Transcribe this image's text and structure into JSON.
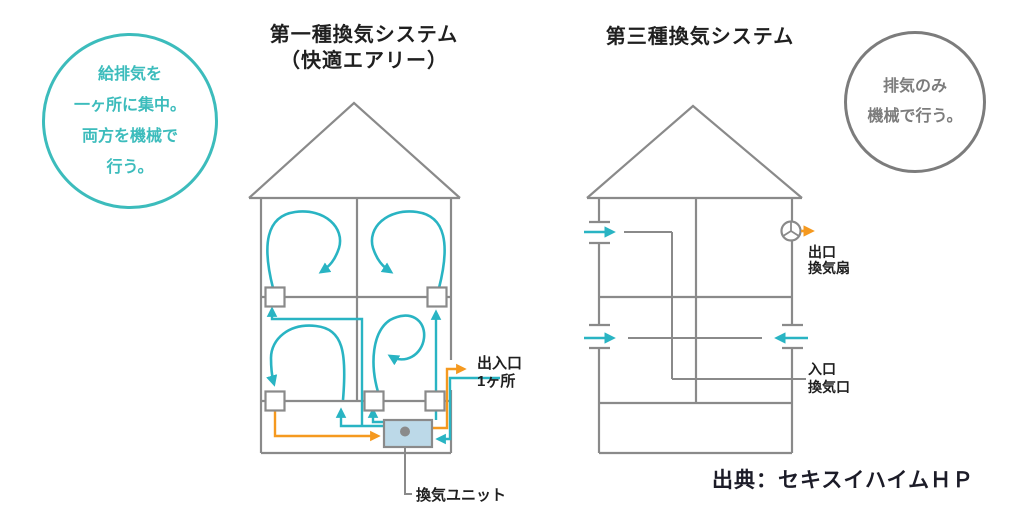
{
  "badge_left": {
    "lines": [
      "給排気を",
      "一ヶ所に集中。",
      "両方を機械で",
      "行う。"
    ]
  },
  "system1": {
    "title": "第一種換気システム",
    "subtitle": "（快適エアリー）",
    "labels": {
      "inout": "出入口",
      "one_place": "1ヶ所",
      "unit": "換気ユニット"
    }
  },
  "system3": {
    "title": "第三種換気システム",
    "labels": {
      "outlet": "出口",
      "fan": "換気扇",
      "inlet": "入口",
      "vent": "換気口"
    }
  },
  "badge_right": {
    "lines": [
      "排気のみ",
      "機械で行う。"
    ]
  },
  "source": "出典：セキスイハイムＨＰ",
  "colors": {
    "teal": "#29b4c3",
    "orange": "#f5991f",
    "gray": "#8a8a8a",
    "unit_fill": "#bcd9e8",
    "badge_left": "#3cbcbc",
    "badge_right": "#7c7c7c",
    "text": "#1f1f1f"
  }
}
